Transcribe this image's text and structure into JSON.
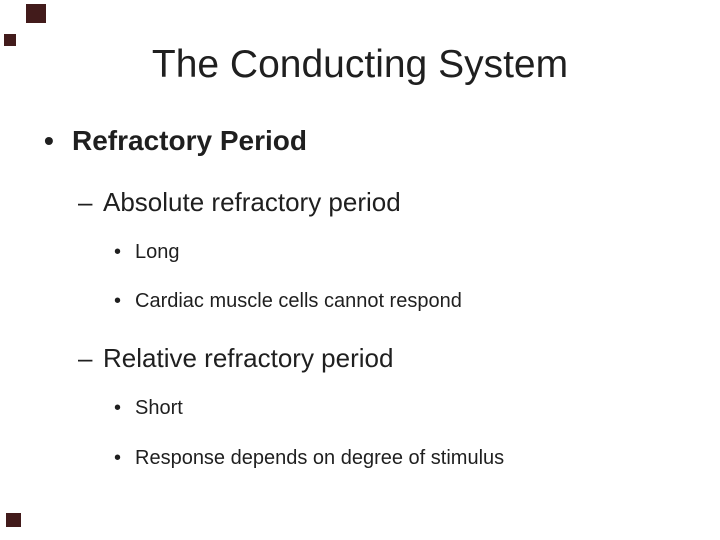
{
  "slide": {
    "title": "The Conducting System",
    "content": [
      {
        "marker": "•",
        "text": "Refractory Period"
      },
      {
        "marker": "–",
        "text": "Absolute refractory period"
      },
      {
        "marker": "•",
        "text": "Long"
      },
      {
        "marker": "•",
        "text": "Cardiac muscle cells cannot respond"
      },
      {
        "marker": "–",
        "text": "Relative refractory period"
      },
      {
        "marker": "•",
        "text": "Short"
      },
      {
        "marker": "•",
        "text": "Response depends on degree of stimulus"
      }
    ],
    "colors": {
      "background": "#ffffff",
      "text": "#1f1f1f",
      "decoration": "#421b1b"
    }
  }
}
